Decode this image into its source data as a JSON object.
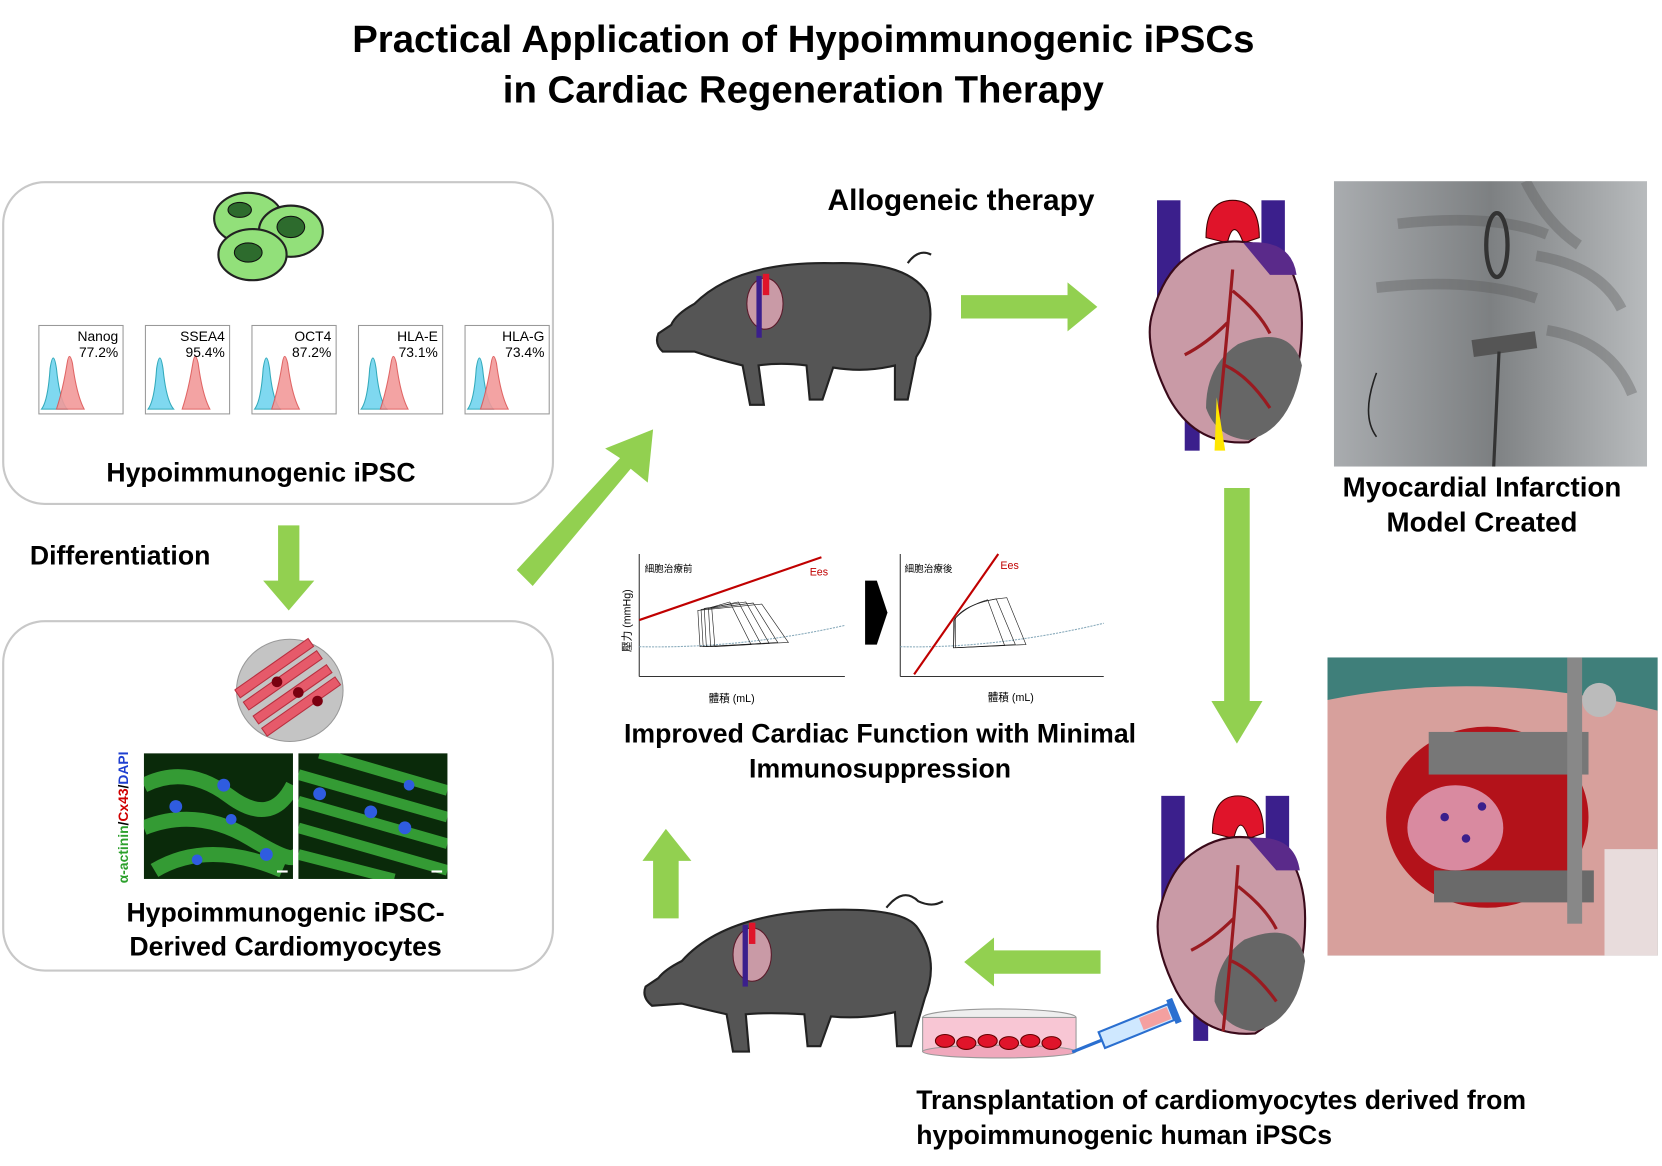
{
  "title": {
    "line1": "Practical Application of Hypoimmunogenic iPSCs",
    "line2": "in Cardiac Regeneration Therapy"
  },
  "ipsc_box": {
    "label": "Hypoimmunogenic iPSC",
    "flow_panels": [
      {
        "marker": "Nanog",
        "percent": "77.2%"
      },
      {
        "marker": "SSEA4",
        "percent": "95.4%"
      },
      {
        "marker": "OCT4",
        "percent": "87.2%"
      },
      {
        "marker": "HLA-E",
        "percent": "73.1%"
      },
      {
        "marker": "HLA-G",
        "percent": "73.4%"
      }
    ]
  },
  "differentiation_label": "Differentiation",
  "cardiomyocyte_box": {
    "label_line1": "Hypoimmunogenic iPSC-",
    "label_line2": "Derived Cardiomyocytes",
    "stain": {
      "part1": "α-actinin",
      "sep1": "/",
      "part2": "Cx43",
      "sep2": "/",
      "part3": "DAPI"
    }
  },
  "allogeneic_label": "Allogeneic therapy",
  "mi_label": {
    "line1": "Myocardial Infarction",
    "line2": "Model Created"
  },
  "pv_loops": {
    "ylabel": "壓力 (mmHg)",
    "before": {
      "title": "細胞治療前",
      "ees": "Ees",
      "xlabel": "體積 (mL)"
    },
    "after": {
      "title": "細胞治療後",
      "ees": "Ees",
      "xlabel": "體積 (mL)"
    }
  },
  "improved_label": {
    "line1": "Improved Cardiac Function with Minimal",
    "line2": "Immunosuppression"
  },
  "transplant_label": {
    "line1": "Transplantation of cardiomyocytes derived from",
    "line2": "hypoimmunogenic human iPSCs"
  },
  "colors": {
    "arrow": "#92d050",
    "pig": "#555555",
    "heart_pink": "#c99aa6",
    "infarct": "#666666",
    "aorta": "#e0142a",
    "vein": "#3b1f8c",
    "box_border": "#c8c8c8",
    "cell_green": "#92e07a",
    "ees_red": "#c00000"
  }
}
